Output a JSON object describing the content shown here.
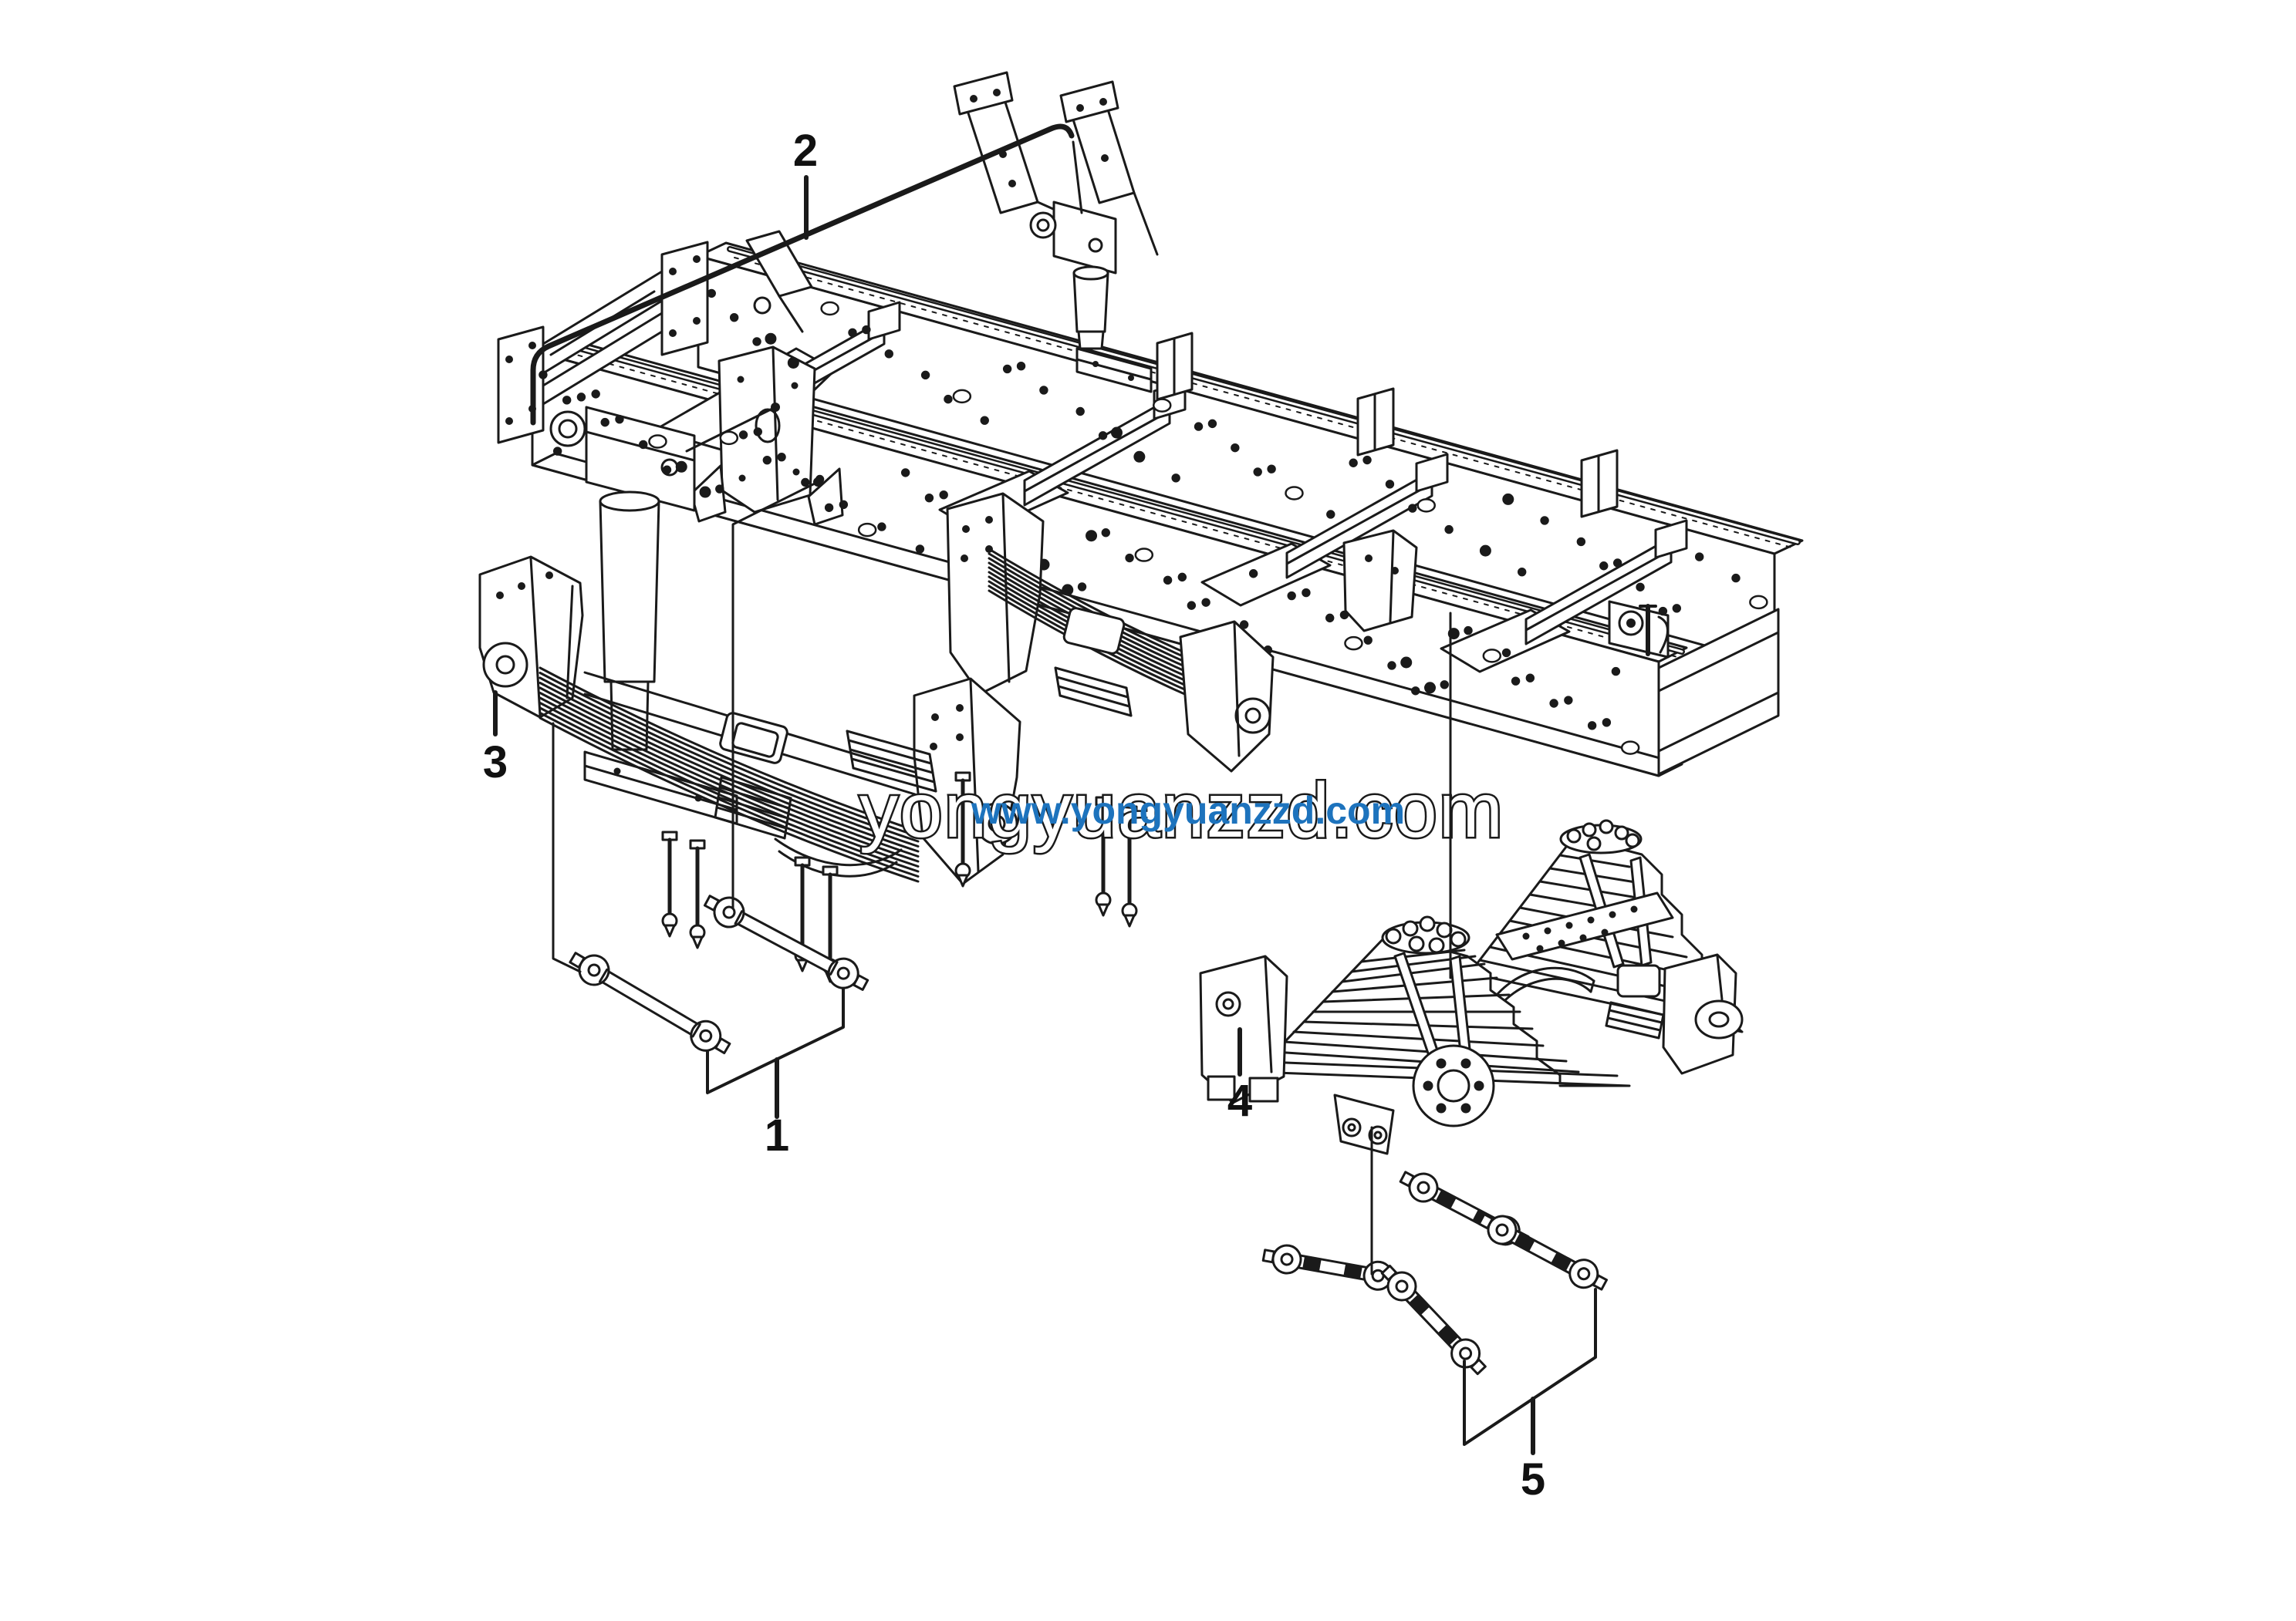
{
  "diagram": {
    "background_color": "#ffffff",
    "line_color": "#1a1a1a"
  },
  "watermark": {
    "brand_text": "yongyuanzzd.com",
    "url_text": "www.yongyuanzzd.com",
    "url_color": "#1d73bd",
    "outline_color": "#1a1a1a"
  },
  "callouts": [
    {
      "label": "1"
    },
    {
      "label": "2"
    },
    {
      "label": "3"
    },
    {
      "label": "4"
    },
    {
      "label": "5"
    }
  ]
}
